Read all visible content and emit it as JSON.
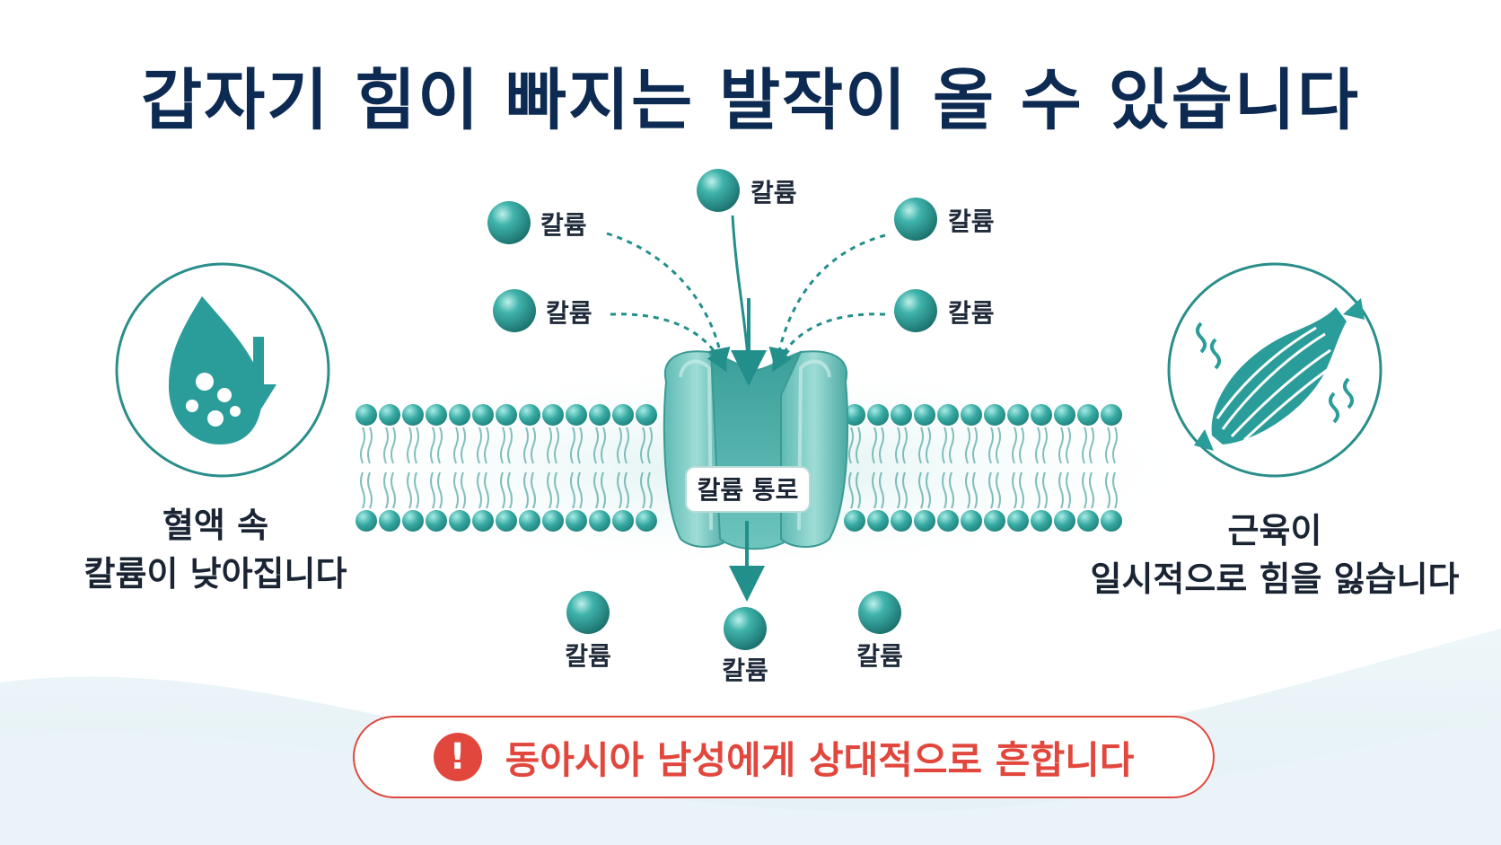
{
  "title": "갑자기 힘이 빠지는 발작이 올 수 있습니다",
  "potassium": {
    "top_labels": [
      "칼륨",
      "칼륨",
      "칼륨",
      "칼륨",
      "칼륨"
    ],
    "bottom_labels": [
      "칼륨",
      "칼륨",
      "칼륨"
    ]
  },
  "channel_label": "칼륨 통로",
  "left_panel": {
    "icon": "blood-drop-down-arrow-icon",
    "line1": "혈액 속",
    "line2": "칼륨이 낮아집니다"
  },
  "right_panel": {
    "icon": "muscle-icon",
    "line1": "근육이",
    "line2": "일시적으로 힘을 잃습니다"
  },
  "warning": {
    "icon": "exclamation-icon",
    "symbol": "!",
    "text": "동아시아 남성에게 상대적으로 흔합니다"
  },
  "colors": {
    "title": "#0d2a52",
    "teal": "#2a9d9a",
    "teal_dark": "#1d7f7c",
    "warning_red": "#e1473d",
    "text": "#1a2433"
  }
}
